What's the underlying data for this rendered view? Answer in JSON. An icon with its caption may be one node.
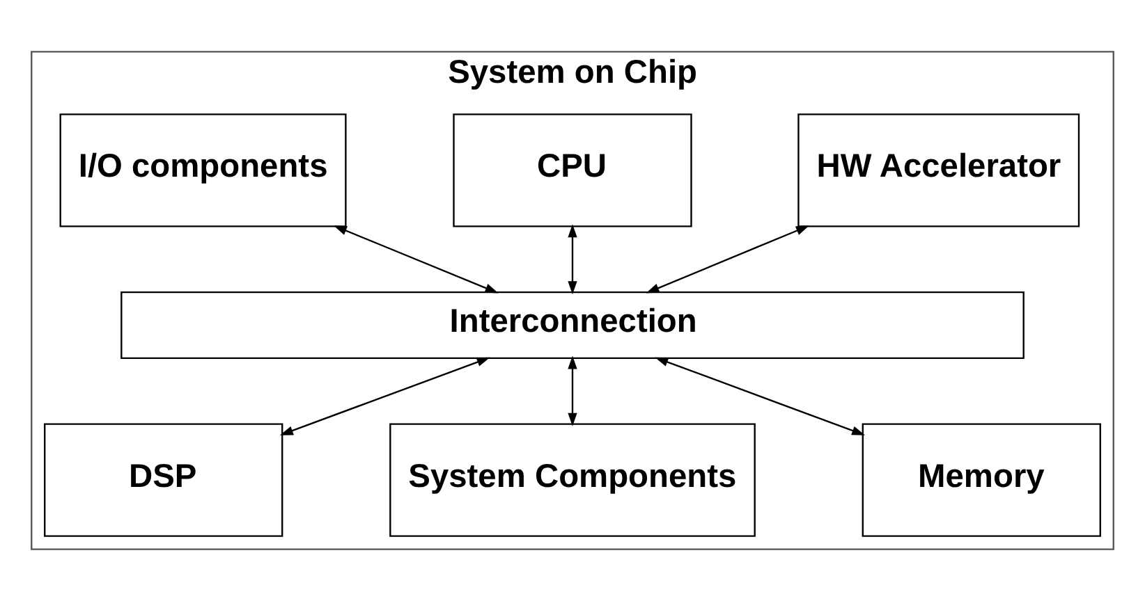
{
  "diagram": {
    "nodes": [
      {
        "text": [
          "System on Chip"
        ]
      },
      {
        "text": [
          "I/O components"
        ],
        "in": 0
      },
      {
        "text": [
          "CPU"
        ],
        "in": 0
      },
      {
        "text": [
          "HW Accelerator"
        ],
        "in": 0
      },
      {
        "text": [
          "Interconnection"
        ],
        "in": 0
      },
      {
        "text": [
          "DSP"
        ],
        "in": 0
      },
      {
        "text": [
          "System Components"
        ],
        "in": 0
      },
      {
        "text": [
          "Memory"
        ],
        "in": 0
      }
    ],
    "edges": [
      {
        "from": 1,
        "to": 4,
        "arrow": "both"
      },
      {
        "from": 2,
        "to": 4,
        "arrow": "both"
      },
      {
        "from": 3,
        "to": 4,
        "arrow": "both"
      },
      {
        "from": 4,
        "to": 5,
        "arrow": "both"
      },
      {
        "from": 4,
        "to": 6,
        "arrow": "both"
      },
      {
        "from": 4,
        "to": 7,
        "arrow": "both"
      }
    ]
  }
}
